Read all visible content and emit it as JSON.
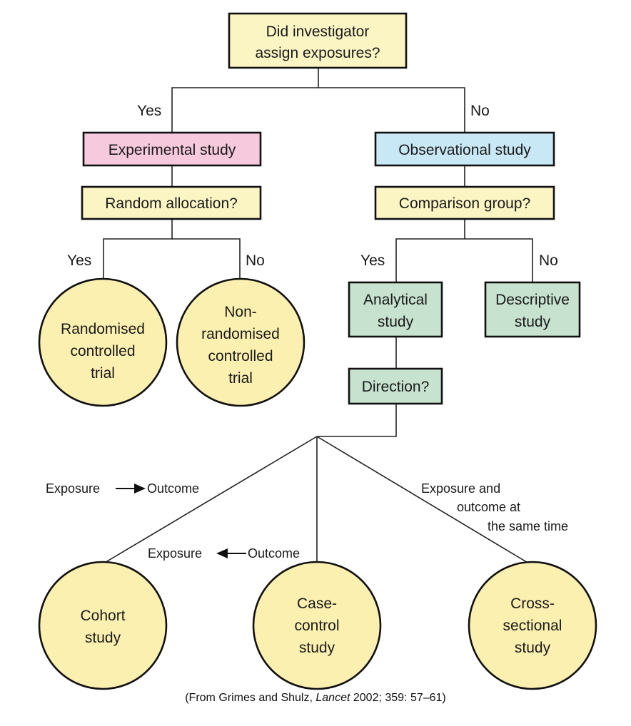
{
  "colors": {
    "yellow": "#fbf5c4",
    "pink": "#f6c9dc",
    "blue": "#c9e8f5",
    "green": "#c7e2cf",
    "circle": "#fcf0b0"
  },
  "nodes": {
    "root": [
      "Did investigator",
      "assign exposures?"
    ],
    "experimental": [
      "Experimental study"
    ],
    "observational": [
      "Observational study"
    ],
    "random_allocation": [
      "Random allocation?"
    ],
    "comparison_group": [
      "Comparison group?"
    ],
    "rct": [
      "Randomised",
      "controlled",
      "trial"
    ],
    "nrct": [
      "Non-",
      "randomised",
      "controlled",
      "trial"
    ],
    "analytical": [
      "Analytical",
      "study"
    ],
    "descriptive": [
      "Descriptive",
      "study"
    ],
    "direction": [
      "Direction?"
    ],
    "cohort": [
      "Cohort",
      "study"
    ],
    "case_control": [
      "Case-",
      "control",
      "study"
    ],
    "cross_sectional": [
      "Cross-",
      "sectional",
      "study"
    ]
  },
  "edge_labels": {
    "root_yes": "Yes",
    "root_no": "No",
    "random_yes": "Yes",
    "random_no": "No",
    "comparison_yes": "Yes",
    "comparison_no": "No",
    "cohort_exposure": "Exposure",
    "cohort_outcome": "Outcome",
    "case_exposure": "Exposure",
    "case_outcome": "Outcome",
    "cross_label": [
      "Exposure and",
      "outcome at",
      "the same time"
    ]
  },
  "caption": {
    "prefix": "(From Grimes and Shulz, ",
    "journal": "Lancet",
    "suffix": " 2002; 359: 57–61)"
  }
}
